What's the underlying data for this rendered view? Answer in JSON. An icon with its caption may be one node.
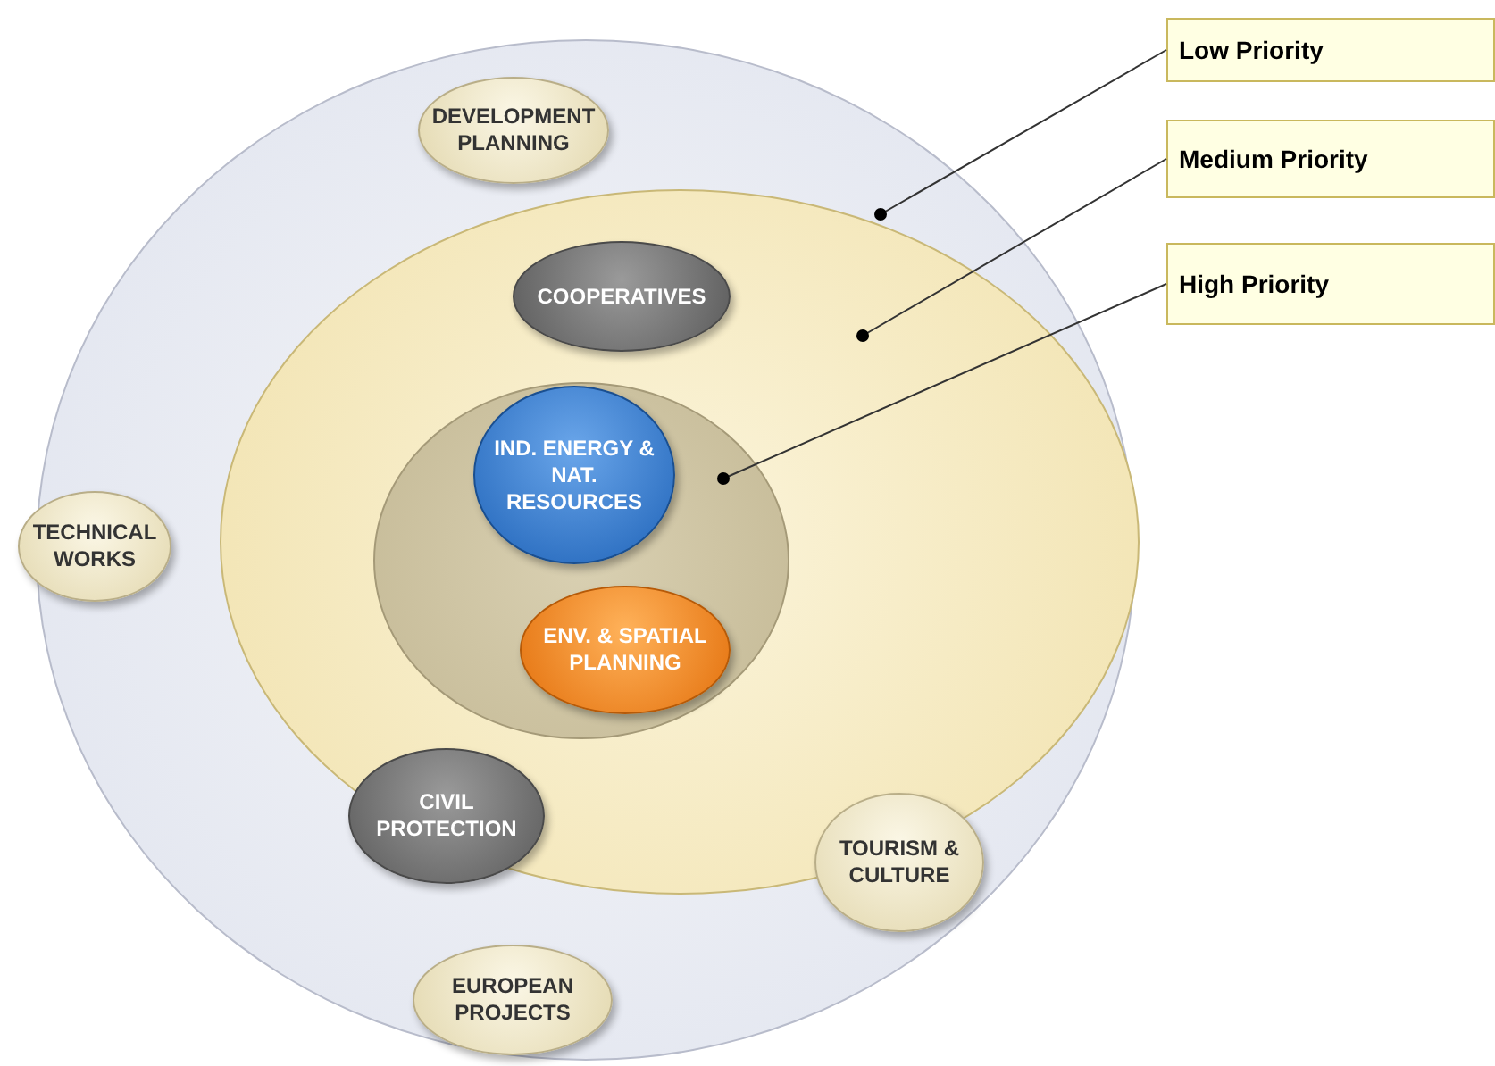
{
  "diagram": {
    "nodes": [
      {
        "text": [],
        "shape": "circle"
      },
      {
        "text": [],
        "shape": "circle",
        "in": 0
      },
      {
        "text": [],
        "shape": "circle",
        "in": 1
      },
      {
        "text": [
          "DEVELOPMENT PLANNING"
        ],
        "in": 0
      },
      {
        "text": [
          "TECHNICAL WORKS"
        ]
      },
      {
        "text": [
          "COOPERATIVES"
        ],
        "in": 1
      },
      {
        "text": [
          "IND. ENERGY & NAT. RESOURCES"
        ],
        "in": 2
      },
      {
        "text": [
          "ENV. & SPATIAL PLANNING"
        ],
        "in": 2
      },
      {
        "text": [
          "CIVIL PROTECTION"
        ],
        "in": 1
      },
      {
        "text": [
          "TOURISM & CULTURE"
        ],
        "in": 0
      },
      {
        "text": [
          "EUROPEAN PROJECTS"
        ],
        "in": 0
      },
      {
        "text": [
          "Low Priority"
        ]
      },
      {
        "text": [
          "Medium Priority"
        ]
      },
      {
        "text": [
          "High Priority"
        ]
      }
    ],
    "edges": [
      {
        "from": 11,
        "to": 0,
        "arrow": "other"
      },
      {
        "from": 12,
        "to": 1,
        "arrow": "other"
      },
      {
        "from": 13,
        "to": 2,
        "arrow": "other"
      }
    ]
  }
}
